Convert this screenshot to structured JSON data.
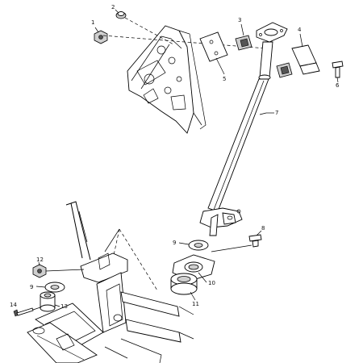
{
  "diagram": {
    "callouts": {
      "c1": "1",
      "c2": "2",
      "c3": "3",
      "c4": "4",
      "c5": "5",
      "c6": "6",
      "c7": "7",
      "c8": "8",
      "c9a": "9",
      "c10": "10",
      "c11": "11",
      "c12": "12",
      "c9b": "9",
      "c13": "13",
      "c14": "14"
    }
  }
}
